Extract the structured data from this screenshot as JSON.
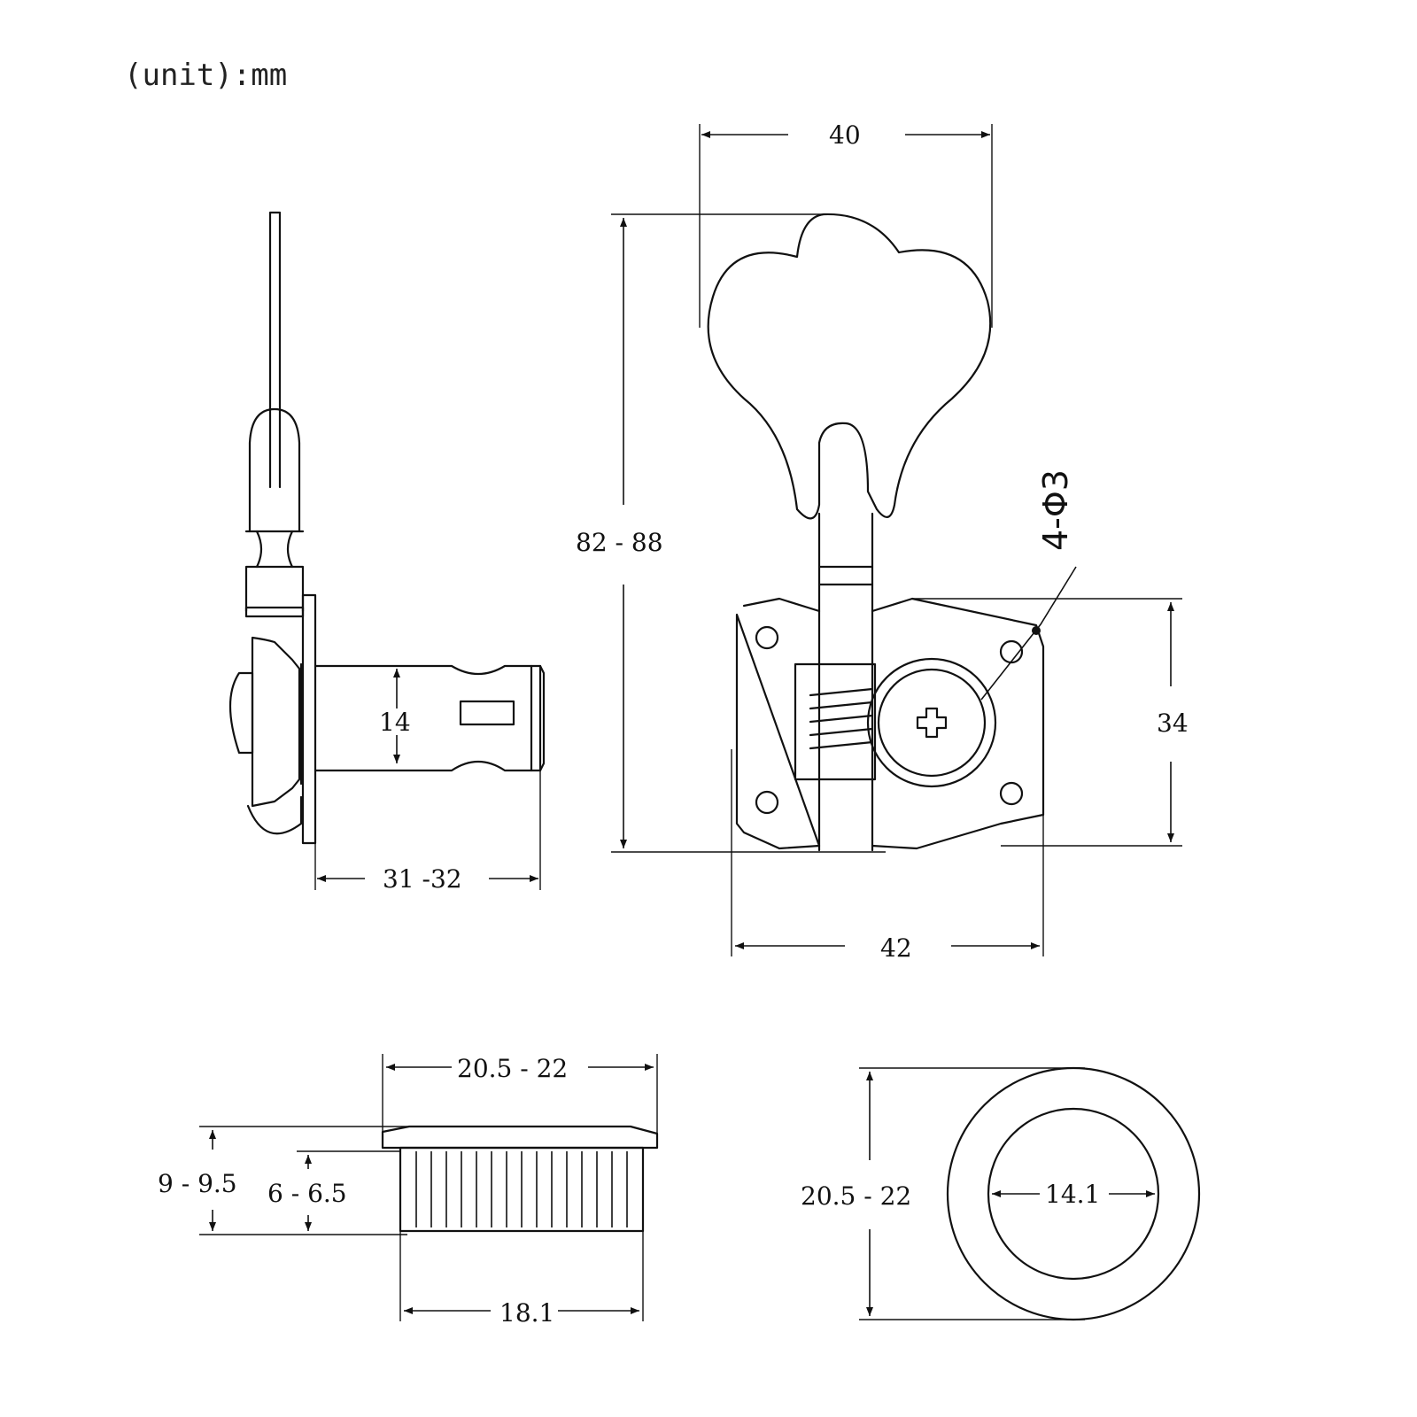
{
  "unit_label": "(unit):mm",
  "side_view": {
    "dim_width": "31 -32",
    "dim_shaft": "14"
  },
  "front_view": {
    "dim_button_width": "40",
    "dim_height": "82 - 88",
    "dim_plate_height": "34",
    "dim_plate_width": "42",
    "hole_callout": "4-Φ3"
  },
  "bushing_side": {
    "dim_flange_width": "20.5 - 22",
    "dim_total_height": "9 - 9.5",
    "dim_body_height": "6 - 6.5",
    "dim_body_width": "18.1"
  },
  "bushing_top": {
    "dim_outer_diameter": "20.5 - 22",
    "dim_inner_diameter": "14.1"
  }
}
